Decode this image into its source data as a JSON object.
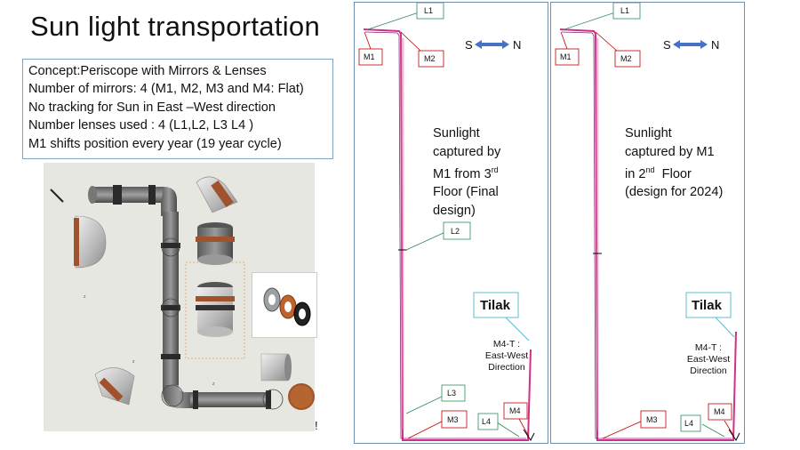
{
  "title": "Sun light transportation",
  "concept": {
    "line1_label": "Concept:",
    "line1_text": "Periscope with Mirrors & Lenses",
    "line2": "Number of mirrors: 4 (M1, M2, M3 and M4: Flat)",
    "line3": "No tracking for Sun in East –West direction",
    "line4": "Number lenses used : 4 (L1,L2, L3 L4 )",
    "line5": "M1 shifts position every year (19 year cycle)"
  },
  "left_panel": {
    "caption_a": "Sunlight",
    "caption_b": "captured by",
    "caption_c_pre": "M1 from 3",
    "caption_c_sup": "rd",
    "caption_d": "Floor (Final",
    "caption_e": "design)",
    "tilak": "Tilak",
    "direction_a": "M4-T :",
    "direction_b": "East-West",
    "direction_c": "Direction",
    "labels": {
      "L1": "L1",
      "M1": "M1",
      "M2": "M2",
      "L2": "L2",
      "L3": "L3",
      "M3": "M3",
      "L4": "L4",
      "M4": "M4"
    },
    "compass_s": "S",
    "compass_n": "N"
  },
  "right_panel": {
    "caption_a": "Sunlight",
    "caption_b": "captured by M1",
    "caption_c_pre": "in 2",
    "caption_c_sup": "nd",
    "caption_c_post": "  Floor",
    "caption_d": "(design for 2024)",
    "tilak": "Tilak",
    "direction_a": "M4-T :",
    "direction_b": "East-West",
    "direction_c": "Direction",
    "labels": {
      "L1": "L1",
      "M1": "M1",
      "M2": "M2",
      "M3": "M3",
      "L4": "L4",
      "M4": "M4"
    },
    "compass_s": "S",
    "compass_n": "N"
  },
  "stray_mark": "!",
  "colors": {
    "accent_arrow": "#4472c4",
    "beam": "#d0308a",
    "beam_dark": "#7b2a6f",
    "callout_red": "#c00000",
    "callout_green": "#2e8b57",
    "panel_border": "#6f8fb0"
  }
}
